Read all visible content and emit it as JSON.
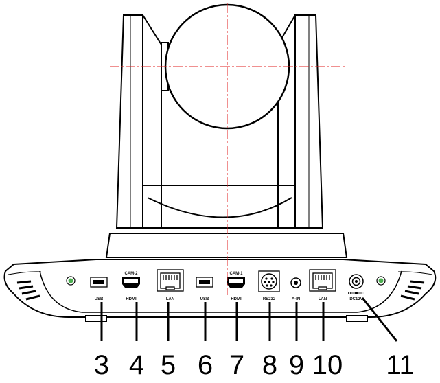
{
  "ports": [
    {
      "label": "USB"
    },
    {
      "label": "HDMI",
      "group": "CAM-2"
    },
    {
      "label": "LAN"
    },
    {
      "label": "USB"
    },
    {
      "label": "HDMI",
      "group": "CAM-1"
    },
    {
      "label": "RS232"
    },
    {
      "label": "A-IN"
    },
    {
      "label": "LAN"
    },
    {
      "label": "DC12V"
    }
  ],
  "callouts": [
    "3",
    "4",
    "5",
    "6",
    "7",
    "8",
    "9",
    "10",
    "11"
  ],
  "colors": {
    "outline": "#000000",
    "centerline": "#e02020",
    "screw": "#4caf50",
    "background": "#ffffff"
  }
}
